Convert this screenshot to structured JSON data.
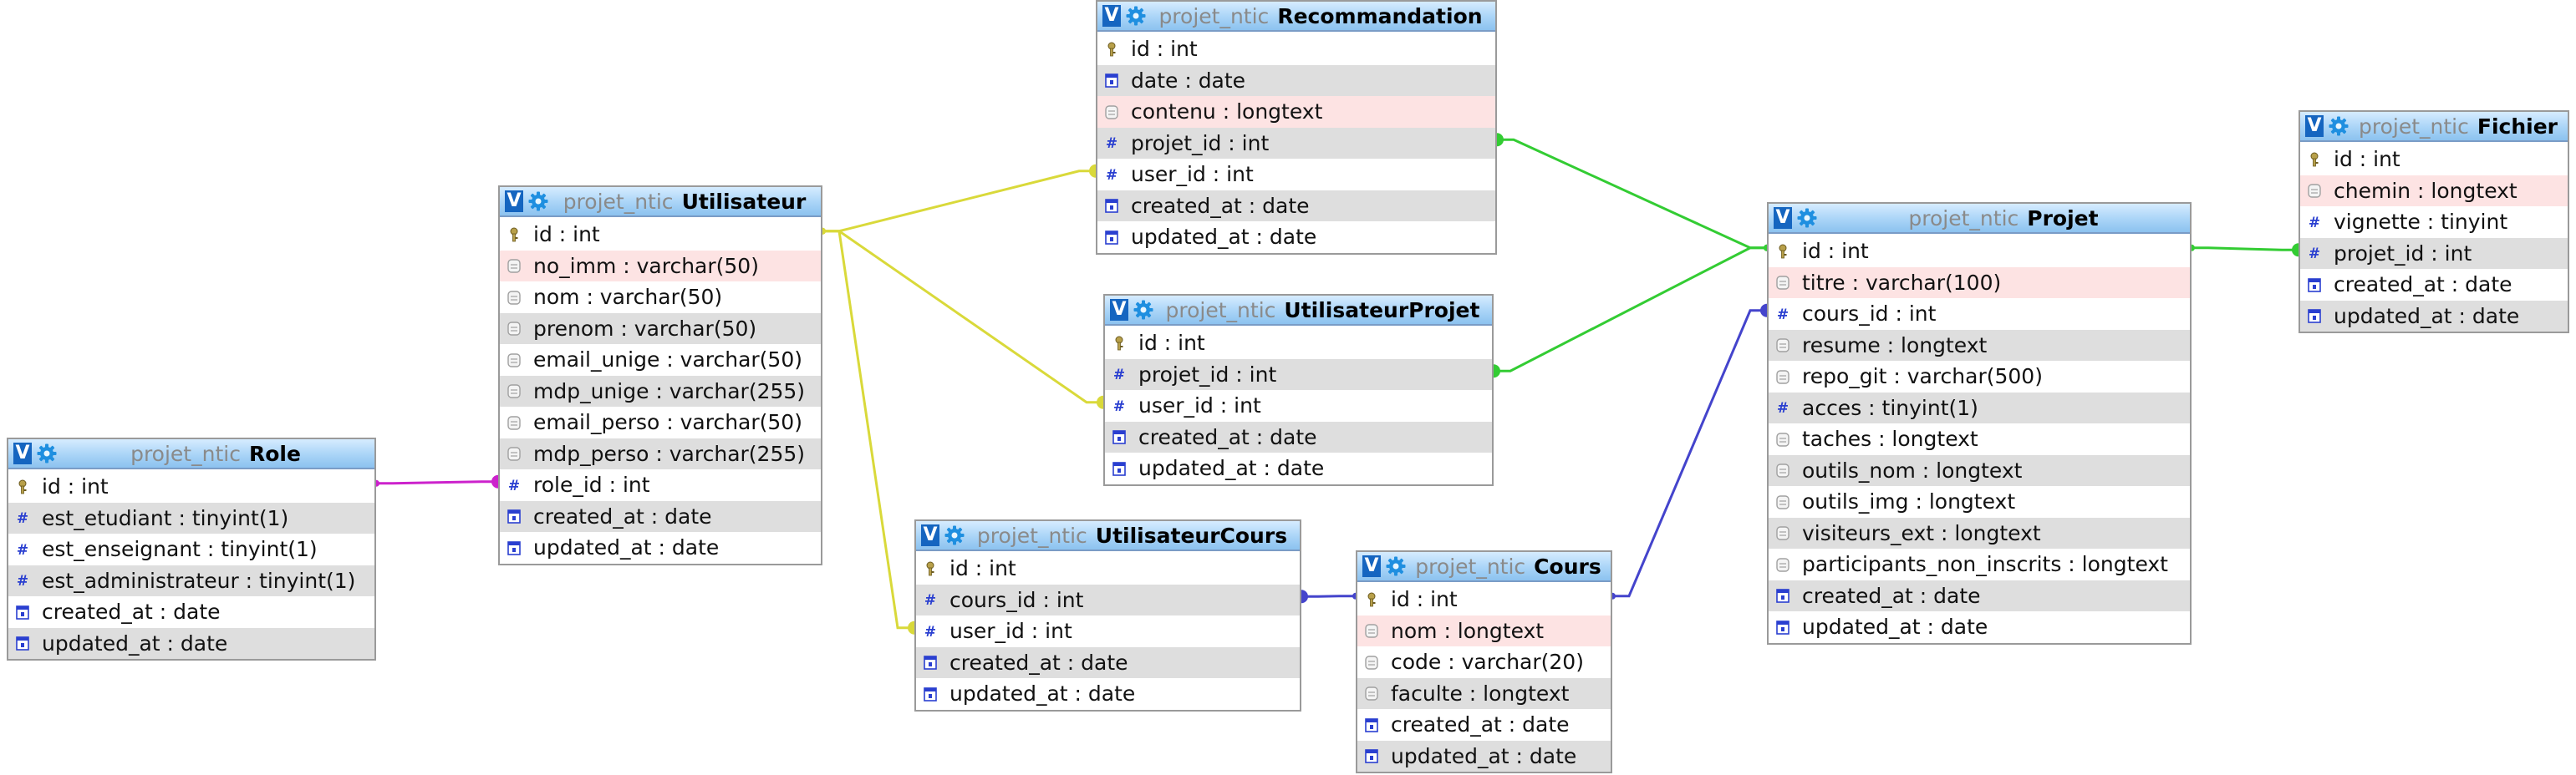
{
  "colors": {
    "link_yellow": "#d9d93a",
    "link_green": "#33cc33",
    "link_blue": "#4444cc",
    "link_magenta": "#cc22cc",
    "header_top": "#d6ecff",
    "header_bottom": "#8cc2ef",
    "row_alt": "#dedede",
    "row_index": "#fde3e3"
  },
  "schema": "projet_ntic",
  "tables": [
    {
      "name": "Role",
      "collapse_label": "V",
      "columns": [
        {
          "label": "id : int",
          "icon": "key-icon",
          "shade": "plain"
        },
        {
          "label": "est_etudiant : tinyint(1)",
          "icon": "hash-icon",
          "shade": "alt"
        },
        {
          "label": "est_enseignant : tinyint(1)",
          "icon": "hash-icon",
          "shade": "plain"
        },
        {
          "label": "est_administrateur : tinyint(1)",
          "icon": "hash-icon",
          "shade": "alt"
        },
        {
          "label": "created_at : date",
          "icon": "date-icon",
          "shade": "plain"
        },
        {
          "label": "updated_at : date",
          "icon": "date-icon",
          "shade": "alt"
        }
      ]
    },
    {
      "name": "Utilisateur",
      "collapse_label": "V",
      "columns": [
        {
          "label": "id : int",
          "icon": "key-icon",
          "shade": "plain"
        },
        {
          "label": "no_imm : varchar(50)",
          "icon": "text-icon",
          "shade": "index"
        },
        {
          "label": "nom : varchar(50)",
          "icon": "text-icon",
          "shade": "plain"
        },
        {
          "label": "prenom : varchar(50)",
          "icon": "text-icon",
          "shade": "alt"
        },
        {
          "label": "email_unige : varchar(50)",
          "icon": "text-icon",
          "shade": "plain"
        },
        {
          "label": "mdp_unige : varchar(255)",
          "icon": "text-icon",
          "shade": "alt"
        },
        {
          "label": "email_perso : varchar(50)",
          "icon": "text-icon",
          "shade": "plain"
        },
        {
          "label": "mdp_perso : varchar(255)",
          "icon": "text-icon",
          "shade": "alt"
        },
        {
          "label": "role_id : int",
          "icon": "hash-icon",
          "shade": "plain"
        },
        {
          "label": "created_at : date",
          "icon": "date-icon",
          "shade": "alt"
        },
        {
          "label": "updated_at : date",
          "icon": "date-icon",
          "shade": "plain"
        }
      ]
    },
    {
      "name": "Recommandation",
      "collapse_label": "V",
      "columns": [
        {
          "label": "id : int",
          "icon": "key-icon",
          "shade": "plain"
        },
        {
          "label": "date : date",
          "icon": "date-icon",
          "shade": "alt"
        },
        {
          "label": "contenu : longtext",
          "icon": "text-icon",
          "shade": "index"
        },
        {
          "label": "projet_id : int",
          "icon": "hash-icon",
          "shade": "alt"
        },
        {
          "label": "user_id : int",
          "icon": "hash-icon",
          "shade": "plain"
        },
        {
          "label": "created_at : date",
          "icon": "date-icon",
          "shade": "alt"
        },
        {
          "label": "updated_at : date",
          "icon": "date-icon",
          "shade": "plain"
        }
      ]
    },
    {
      "name": "UtilisateurProjet",
      "collapse_label": "V",
      "columns": [
        {
          "label": "id : int",
          "icon": "key-icon",
          "shade": "plain"
        },
        {
          "label": "projet_id : int",
          "icon": "hash-icon",
          "shade": "alt"
        },
        {
          "label": "user_id : int",
          "icon": "hash-icon",
          "shade": "plain"
        },
        {
          "label": "created_at : date",
          "icon": "date-icon",
          "shade": "alt"
        },
        {
          "label": "updated_at : date",
          "icon": "date-icon",
          "shade": "plain"
        }
      ]
    },
    {
      "name": "UtilisateurCours",
      "collapse_label": "V",
      "columns": [
        {
          "label": "id : int",
          "icon": "key-icon",
          "shade": "plain"
        },
        {
          "label": "cours_id : int",
          "icon": "hash-icon",
          "shade": "alt"
        },
        {
          "label": "user_id : int",
          "icon": "hash-icon",
          "shade": "plain"
        },
        {
          "label": "created_at : date",
          "icon": "date-icon",
          "shade": "alt"
        },
        {
          "label": "updated_at : date",
          "icon": "date-icon",
          "shade": "plain"
        }
      ]
    },
    {
      "name": "Cours",
      "collapse_label": "V",
      "columns": [
        {
          "label": "id : int",
          "icon": "key-icon",
          "shade": "plain"
        },
        {
          "label": "nom : longtext",
          "icon": "text-icon",
          "shade": "index"
        },
        {
          "label": "code : varchar(20)",
          "icon": "text-icon",
          "shade": "plain"
        },
        {
          "label": "faculte : longtext",
          "icon": "text-icon",
          "shade": "alt"
        },
        {
          "label": "created_at : date",
          "icon": "date-icon",
          "shade": "plain"
        },
        {
          "label": "updated_at : date",
          "icon": "date-icon",
          "shade": "alt"
        }
      ]
    },
    {
      "name": "Projet",
      "collapse_label": "V",
      "columns": [
        {
          "label": "id : int",
          "icon": "key-icon",
          "shade": "plain"
        },
        {
          "label": "titre : varchar(100)",
          "icon": "text-icon",
          "shade": "index"
        },
        {
          "label": "cours_id : int",
          "icon": "hash-icon",
          "shade": "plain"
        },
        {
          "label": "resume : longtext",
          "icon": "text-icon",
          "shade": "alt"
        },
        {
          "label": "repo_git : varchar(500)",
          "icon": "text-icon",
          "shade": "plain"
        },
        {
          "label": "acces : tinyint(1)",
          "icon": "hash-icon",
          "shade": "alt"
        },
        {
          "label": "taches : longtext",
          "icon": "text-icon",
          "shade": "plain"
        },
        {
          "label": "outils_nom : longtext",
          "icon": "text-icon",
          "shade": "alt"
        },
        {
          "label": "outils_img : longtext",
          "icon": "text-icon",
          "shade": "plain"
        },
        {
          "label": "visiteurs_ext : longtext",
          "icon": "text-icon",
          "shade": "alt"
        },
        {
          "label": "participants_non_inscrits : longtext",
          "icon": "text-icon",
          "shade": "plain"
        },
        {
          "label": "created_at : date",
          "icon": "date-icon",
          "shade": "alt"
        },
        {
          "label": "updated_at : date",
          "icon": "date-icon",
          "shade": "plain"
        }
      ]
    },
    {
      "name": "Fichier",
      "collapse_label": "V",
      "columns": [
        {
          "label": "id : int",
          "icon": "key-icon",
          "shade": "plain"
        },
        {
          "label": "chemin : longtext",
          "icon": "text-icon",
          "shade": "index"
        },
        {
          "label": "vignette : tinyint",
          "icon": "hash-icon",
          "shade": "plain"
        },
        {
          "label": "projet_id : int",
          "icon": "hash-icon",
          "shade": "alt"
        },
        {
          "label": "created_at : date",
          "icon": "date-icon",
          "shade": "plain"
        },
        {
          "label": "updated_at : date",
          "icon": "date-icon",
          "shade": "alt"
        }
      ]
    }
  ],
  "relations": [
    {
      "from": "Role.id",
      "to": "Utilisateur.role_id",
      "color": "#cc22cc"
    },
    {
      "from": "Utilisateur.id",
      "to": "Recommandation.user_id",
      "color": "#d9d93a"
    },
    {
      "from": "Utilisateur.id",
      "to": "UtilisateurProjet.user_id",
      "color": "#d9d93a"
    },
    {
      "from": "Utilisateur.id",
      "to": "UtilisateurCours.user_id",
      "color": "#d9d93a"
    },
    {
      "from": "Projet.id",
      "to": "Recommandation.projet_id",
      "color": "#33cc33"
    },
    {
      "from": "Projet.id",
      "to": "UtilisateurProjet.projet_id",
      "color": "#33cc33"
    },
    {
      "from": "Projet.id",
      "to": "Fichier.projet_id",
      "color": "#33cc33"
    },
    {
      "from": "Cours.id",
      "to": "UtilisateurCours.cours_id",
      "color": "#4444cc"
    },
    {
      "from": "Cours.id",
      "to": "Projet.cours_id",
      "color": "#4444cc"
    }
  ]
}
